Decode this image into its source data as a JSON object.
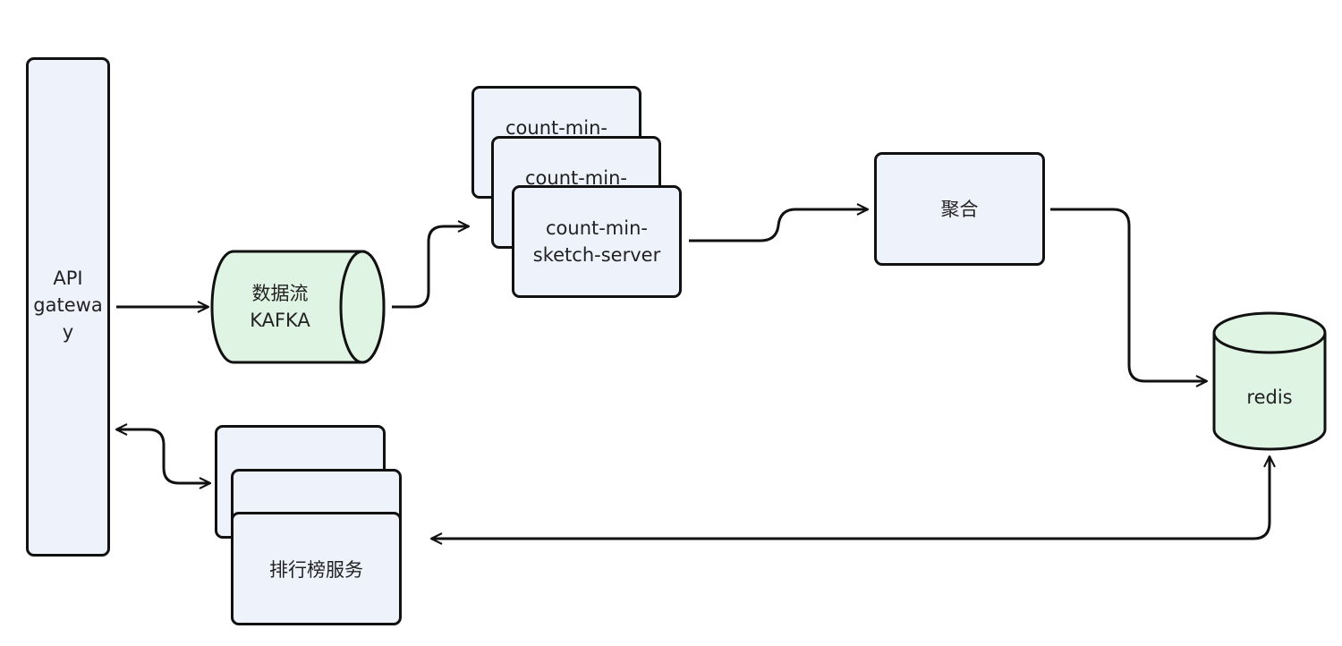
{
  "gateway": {
    "label": "API\ngatewa\ny"
  },
  "kafka": {
    "label": "数据流\nKAFKA"
  },
  "sketch_servers": {
    "back_label": "count-min-",
    "middle_label": "count-min-",
    "front_label": "count-min-\nsketch-server"
  },
  "aggregate": {
    "label": "聚合"
  },
  "redis": {
    "label": "redis"
  },
  "ranking": {
    "label": "排行榜服务"
  },
  "colors": {
    "box_fill": "#eef2fb",
    "cylinder_fill": "#e0f4e4",
    "stroke": "#111111"
  }
}
